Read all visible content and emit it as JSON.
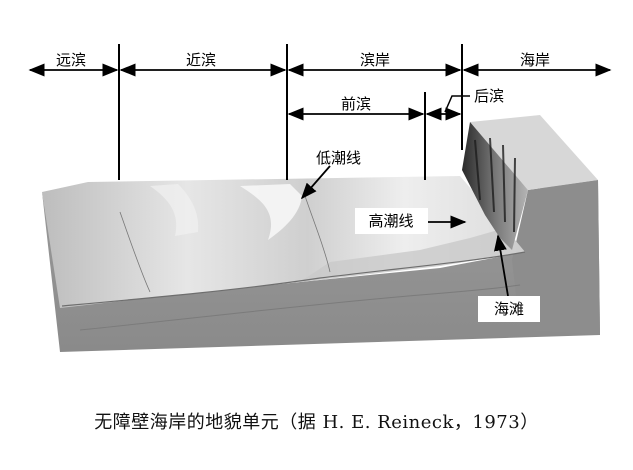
{
  "zones": {
    "offshore": "远滨",
    "nearshore": "近滨",
    "shore": "滨岸",
    "coast": "海岸",
    "foreshore": "前滨",
    "backshore": "后滨"
  },
  "labels": {
    "low_tide_line": "低潮线",
    "high_tide_line": "高潮线",
    "beach": "海滩"
  },
  "caption": "无障壁海岸的地貌单元（据 H. E. Reineck，1973）"
}
